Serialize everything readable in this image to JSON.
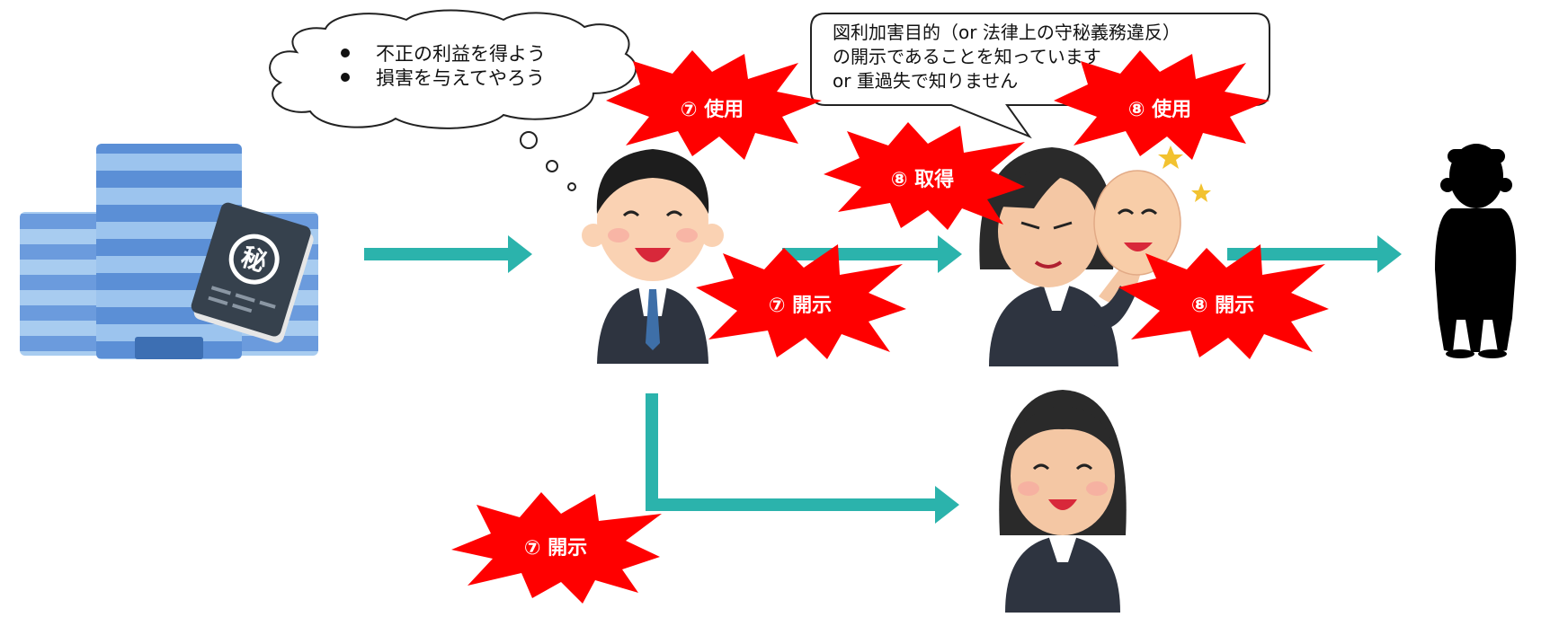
{
  "thought_bubble": {
    "lines": [
      "不正の利益を得よう",
      "損害を与えてやろう"
    ]
  },
  "speech_bubble": {
    "lines": [
      "図利加害目的（or 法律上の守秘義務違反）",
      "の開示であることを知っています",
      "or 重過失で知りません"
    ]
  },
  "secret_badge": "秘",
  "bursts": {
    "use7": "⑦ 使用",
    "disclose7_upper": "⑦ 開示",
    "disclose7_lower": "⑦ 開示",
    "acquire8": "⑧ 取得",
    "use8": "⑧ 使用",
    "disclose8": "⑧ 開示"
  },
  "colors": {
    "arrow": "#2BB3AC",
    "burst": "#FF0000",
    "building_dark": "#5B8FD6",
    "building_light": "#9CC4EE",
    "suit": "#2E3440"
  },
  "icons": {
    "company": "office-building-icon",
    "document": "secret-document-icon",
    "employee": "employee-man-icon",
    "acquirer": "masked-woman-icon",
    "recipient": "woman-recipient-icon",
    "third_party": "person-silhouette-icon"
  }
}
